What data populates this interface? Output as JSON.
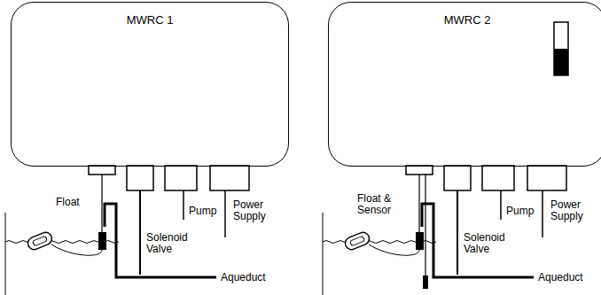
{
  "diagram": {
    "nodes": [
      {
        "text": [
          "MWRC 1"
        ]
      },
      {
        "text": [
          "MWRC 2"
        ]
      }
    ],
    "labels": [
      "Float",
      "Solenoid Valve",
      "Pump",
      "Power Supply",
      "Aqueduct",
      "Float & Sensor",
      "Solenoid Valve",
      "Pump",
      "Power Supply",
      "Aqueduct"
    ]
  }
}
